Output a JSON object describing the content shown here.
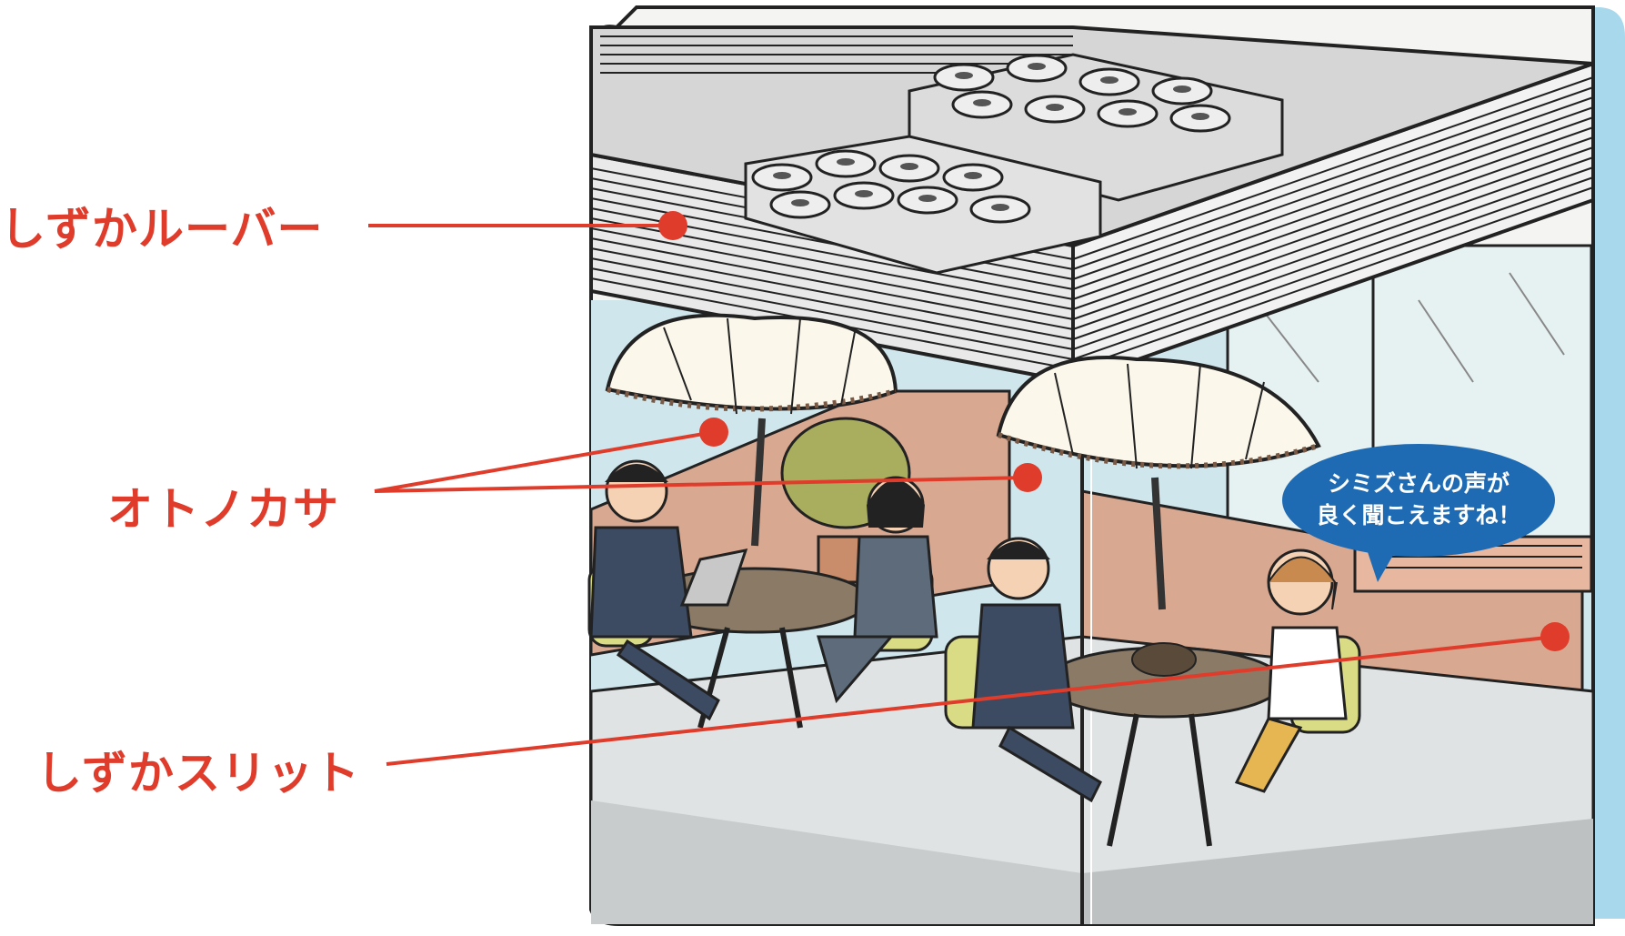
{
  "labels": {
    "louver": "しずかルーバー",
    "umbrella": "オトノカサ",
    "slit": "しずかスリット"
  },
  "speech_bubble": {
    "line1": "シミズさんの声が",
    "line2": "良く聞こえますね！"
  },
  "colors": {
    "accent": "#e03c2b",
    "bubble": "#1f6bb3",
    "sky": "#a8d8ec",
    "glass": "#cfe6ec",
    "wall": "#d9a891",
    "floor": "#dfe3e3",
    "chair": "#d9dc85",
    "suit": "#3c4b62"
  }
}
